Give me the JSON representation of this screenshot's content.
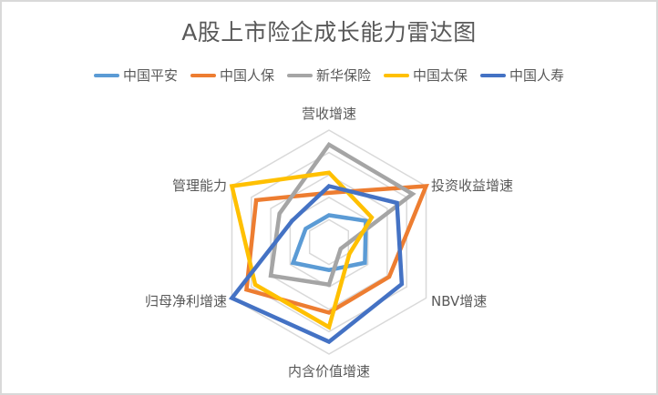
{
  "chart_data": {
    "type": "radar",
    "title": "A股上市险企成长能力雷达图",
    "categories": [
      "营收增速",
      "投资收益增速",
      "NBV增速",
      "内含价值增速",
      "归母净利增速",
      "管理能力"
    ],
    "scale": {
      "min": 0,
      "max": 5,
      "rings": 5
    },
    "grid": true,
    "legend_position": "top",
    "series": [
      {
        "name": "中国平安",
        "color": "#5b9bd5",
        "values": [
          1.2,
          1.9,
          1.85,
          1.25,
          1.85,
          1.2
        ]
      },
      {
        "name": "中国人保",
        "color": "#ed7d31",
        "values": [
          2.2,
          5.0,
          3.1,
          3.15,
          4.25,
          3.75
        ]
      },
      {
        "name": "新华保险",
        "color": "#a5a5a5",
        "values": [
          4.35,
          4.3,
          0.6,
          1.9,
          3.0,
          2.55
        ]
      },
      {
        "name": "中国太保",
        "color": "#ffc000",
        "values": [
          3.1,
          2.2,
          1.05,
          3.8,
          3.8,
          5.0
        ]
      },
      {
        "name": "中国人寿",
        "color": "#4472c4",
        "values": [
          2.5,
          3.5,
          3.75,
          4.45,
          5.0,
          1.9
        ]
      }
    ]
  },
  "colors": {
    "grid": "#d9d9d9",
    "text": "#595959",
    "border": "#d9d9d9"
  }
}
